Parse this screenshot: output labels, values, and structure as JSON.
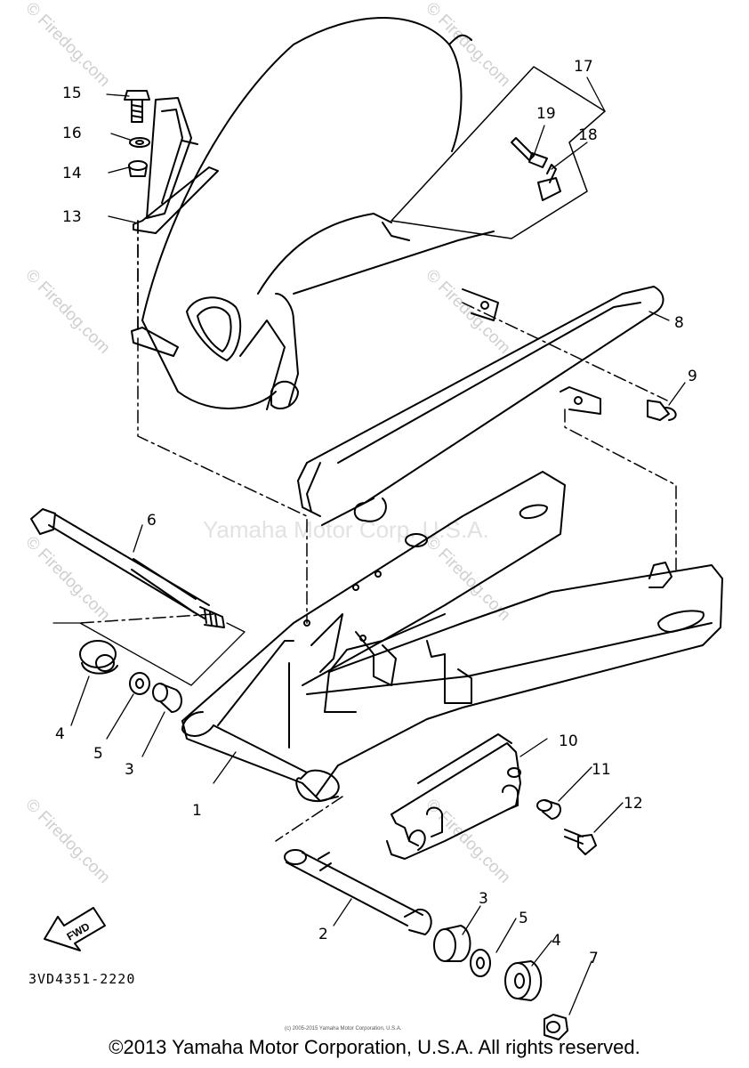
{
  "callouts": {
    "c1": "1",
    "c2": "2",
    "c3a": "3",
    "c3b": "3",
    "c4a": "4",
    "c4b": "4",
    "c5a": "5",
    "c5b": "5",
    "c6": "6",
    "c7": "7",
    "c8": "8",
    "c9": "9",
    "c10": "10",
    "c11": "11",
    "c12": "12",
    "c13": "13",
    "c14": "14",
    "c15": "15",
    "c16": "16",
    "c17": "17",
    "c18": "18",
    "c19": "19"
  },
  "diagram_code": "3VD4351-2220",
  "fwd_label": "FWD",
  "watermark": {
    "site": "© Firedog.com",
    "brand": "Yamaha Motor Corp. U.S.A."
  },
  "small_copyright": "(c) 2005-2015 Yamaha Motor Corporation, U.S.A.",
  "copyright": "©2013 Yamaha Motor Corporation, U.S.A. All rights reserved."
}
